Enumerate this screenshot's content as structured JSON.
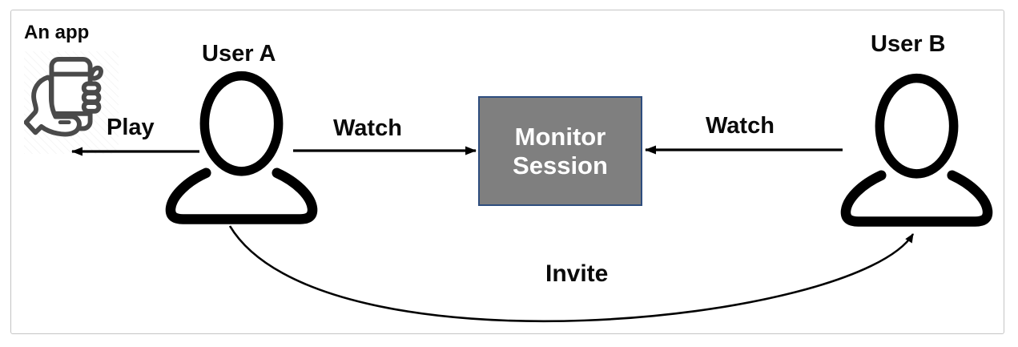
{
  "frame": {
    "background": "#ffffff",
    "border_color": "#c4c4c4"
  },
  "app": {
    "label": "An app",
    "icon": "hand-holding-phone-icon"
  },
  "users": {
    "a": {
      "label": "User A",
      "icon": "person-icon"
    },
    "b": {
      "label": "User B",
      "icon": "person-icon"
    }
  },
  "monitor_box": {
    "label": "Monitor Session",
    "line1": "Monitor",
    "line2": "Session",
    "fill": "#7f7f7f",
    "border": "#2e4d7e",
    "text_color": "#ffffff"
  },
  "edges": {
    "play": {
      "label": "Play",
      "from": "user-a",
      "to": "app"
    },
    "watch_a": {
      "label": "Watch",
      "from": "user-a",
      "to": "monitor-session"
    },
    "watch_b": {
      "label": "Watch",
      "from": "user-b",
      "to": "monitor-session"
    },
    "invite": {
      "label": "Invite",
      "from": "user-a",
      "to": "user-b"
    }
  },
  "colors": {
    "arrow": "#000000",
    "text": "#0a0a0a",
    "person_icon": "#000000",
    "app_icon_stroke": "#4a4a4a"
  }
}
